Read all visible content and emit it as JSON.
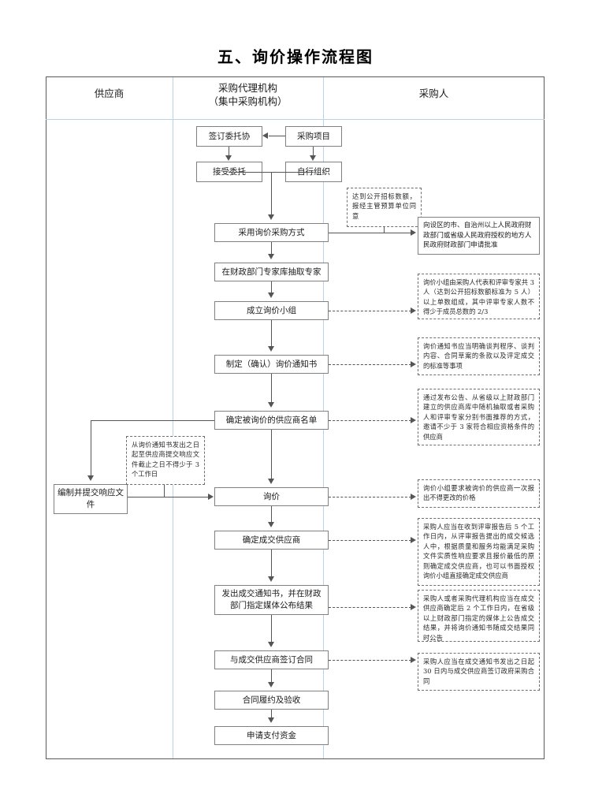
{
  "document": {
    "title": "五、询价操作流程图"
  },
  "columns": [
    {
      "id": "supplier",
      "label": "供应商"
    },
    {
      "id": "agency",
      "label_line1": "采购代理机构",
      "label_line2": "（集中采购机构）"
    },
    {
      "id": "purchaser",
      "label": "采购人"
    }
  ],
  "nodes": [
    {
      "id": "sign-entrust",
      "label": "签订委托协"
    },
    {
      "id": "procurement-item",
      "label": "采购项目"
    },
    {
      "id": "accept-entrust",
      "label": "接受委托"
    },
    {
      "id": "self-organize",
      "label": "自行组织"
    },
    {
      "id": "adopt-inquiry",
      "label": "采用询价采购方式"
    },
    {
      "id": "draw-experts",
      "label": "在财政部门专家库抽取专家"
    },
    {
      "id": "form-group",
      "label": "成立询价小组"
    },
    {
      "id": "make-notice",
      "label": "制定（确认）询价通知书"
    },
    {
      "id": "supplier-list",
      "label": "确定被询价的供应商名单"
    },
    {
      "id": "prepare-response",
      "label": "编制并提交响应文件"
    },
    {
      "id": "inquiry",
      "label": "询价"
    },
    {
      "id": "determine-winner",
      "label": "确定成交供应商"
    },
    {
      "id": "issue-notice",
      "label": "发出成交通知书，并在财政部门指定媒体公布结果"
    },
    {
      "id": "sign-contract",
      "label": "与成交供应商签订合同"
    },
    {
      "id": "perform-accept",
      "label": "合同履约及验收"
    },
    {
      "id": "apply-payment",
      "label": "申请支付资金"
    }
  ],
  "notes": [
    {
      "id": "note-threshold",
      "text": "达到公开招标数额，报经主管预算单位同意"
    },
    {
      "id": "note-approval",
      "text": "向设区的市、自治州以上人民政府财政部门或省级人民政府授权的地方人民政府财政部门申请批准"
    },
    {
      "id": "note-group",
      "text": "询价小组由采购人代表和评审专家共 3 人（达到公开招标数额标准为 5 人）以上单数组成，其中评审专家人数不得少于成员总数的 2/3"
    },
    {
      "id": "note-notice",
      "text": "询价通知书应当明确谈判程序、谈判内容、合同草案的条款以及评定成交的标准等事项"
    },
    {
      "id": "note-invite",
      "text": "通过发布公告、从省级以上财政部门建立的供应商库中随机抽取或者采购人和评审专家分别书面推荐的方式，邀请不少于 3 家符合相应资格条件的供应商"
    },
    {
      "id": "note-3days",
      "text": "从询价通知书发出之日起至供应商提交响应文件截止之日不得少于 3 个工作日"
    },
    {
      "id": "note-onceprice",
      "text": "询价小组要求被询价的供应商一次报出不得更改的价格"
    },
    {
      "id": "note-5days",
      "text": "采购人应当在收到评审报告后 5 个工作日内，从评审报告提出的成交候选人中，根据质量和服务均能满足采购文件实质性响应要求且报价最低的原则确定成交供应商，也可以书面授权询价小组直接确定成交供应商"
    },
    {
      "id": "note-2days",
      "text": "采购人或者采购代理机构应当在成交供应商确定后 2 个工作日内，在省级以上财政部门指定的媒体上公告成交结果，并将询价通知书随成交结果同时公告"
    },
    {
      "id": "note-30days",
      "text": "采购人应当在成交通知书发出之日起 30 日内与成交供应商签订政府采购合同"
    }
  ],
  "colors": {
    "frame_border": "#5a5a5a",
    "column_divider": "#b9d4e8",
    "node_border": "#808080",
    "note_border": "#6e6e6e",
    "connector": "#555555",
    "text": "#1b1b1b",
    "background": "#ffffff"
  }
}
